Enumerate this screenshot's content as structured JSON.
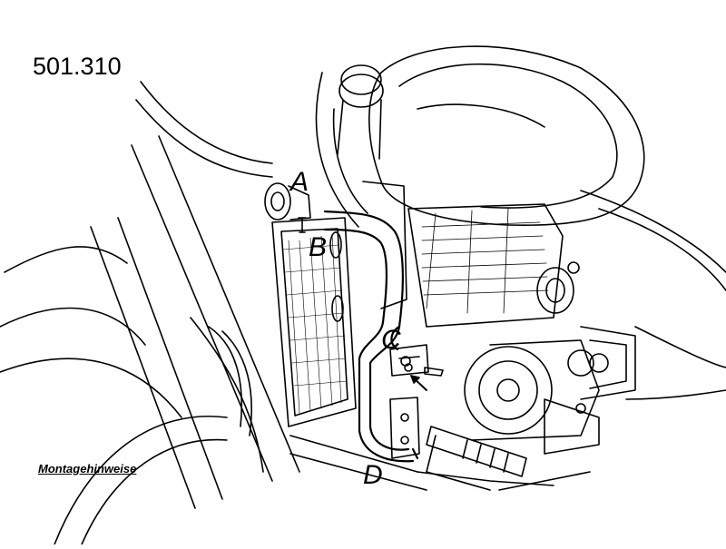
{
  "part_number": "501.310",
  "caption": "Montagehinweise",
  "labels": {
    "a": "A",
    "b": "B",
    "c": "C",
    "d": "D"
  },
  "colors": {
    "ink": "#000000",
    "background": "#ffffff"
  }
}
